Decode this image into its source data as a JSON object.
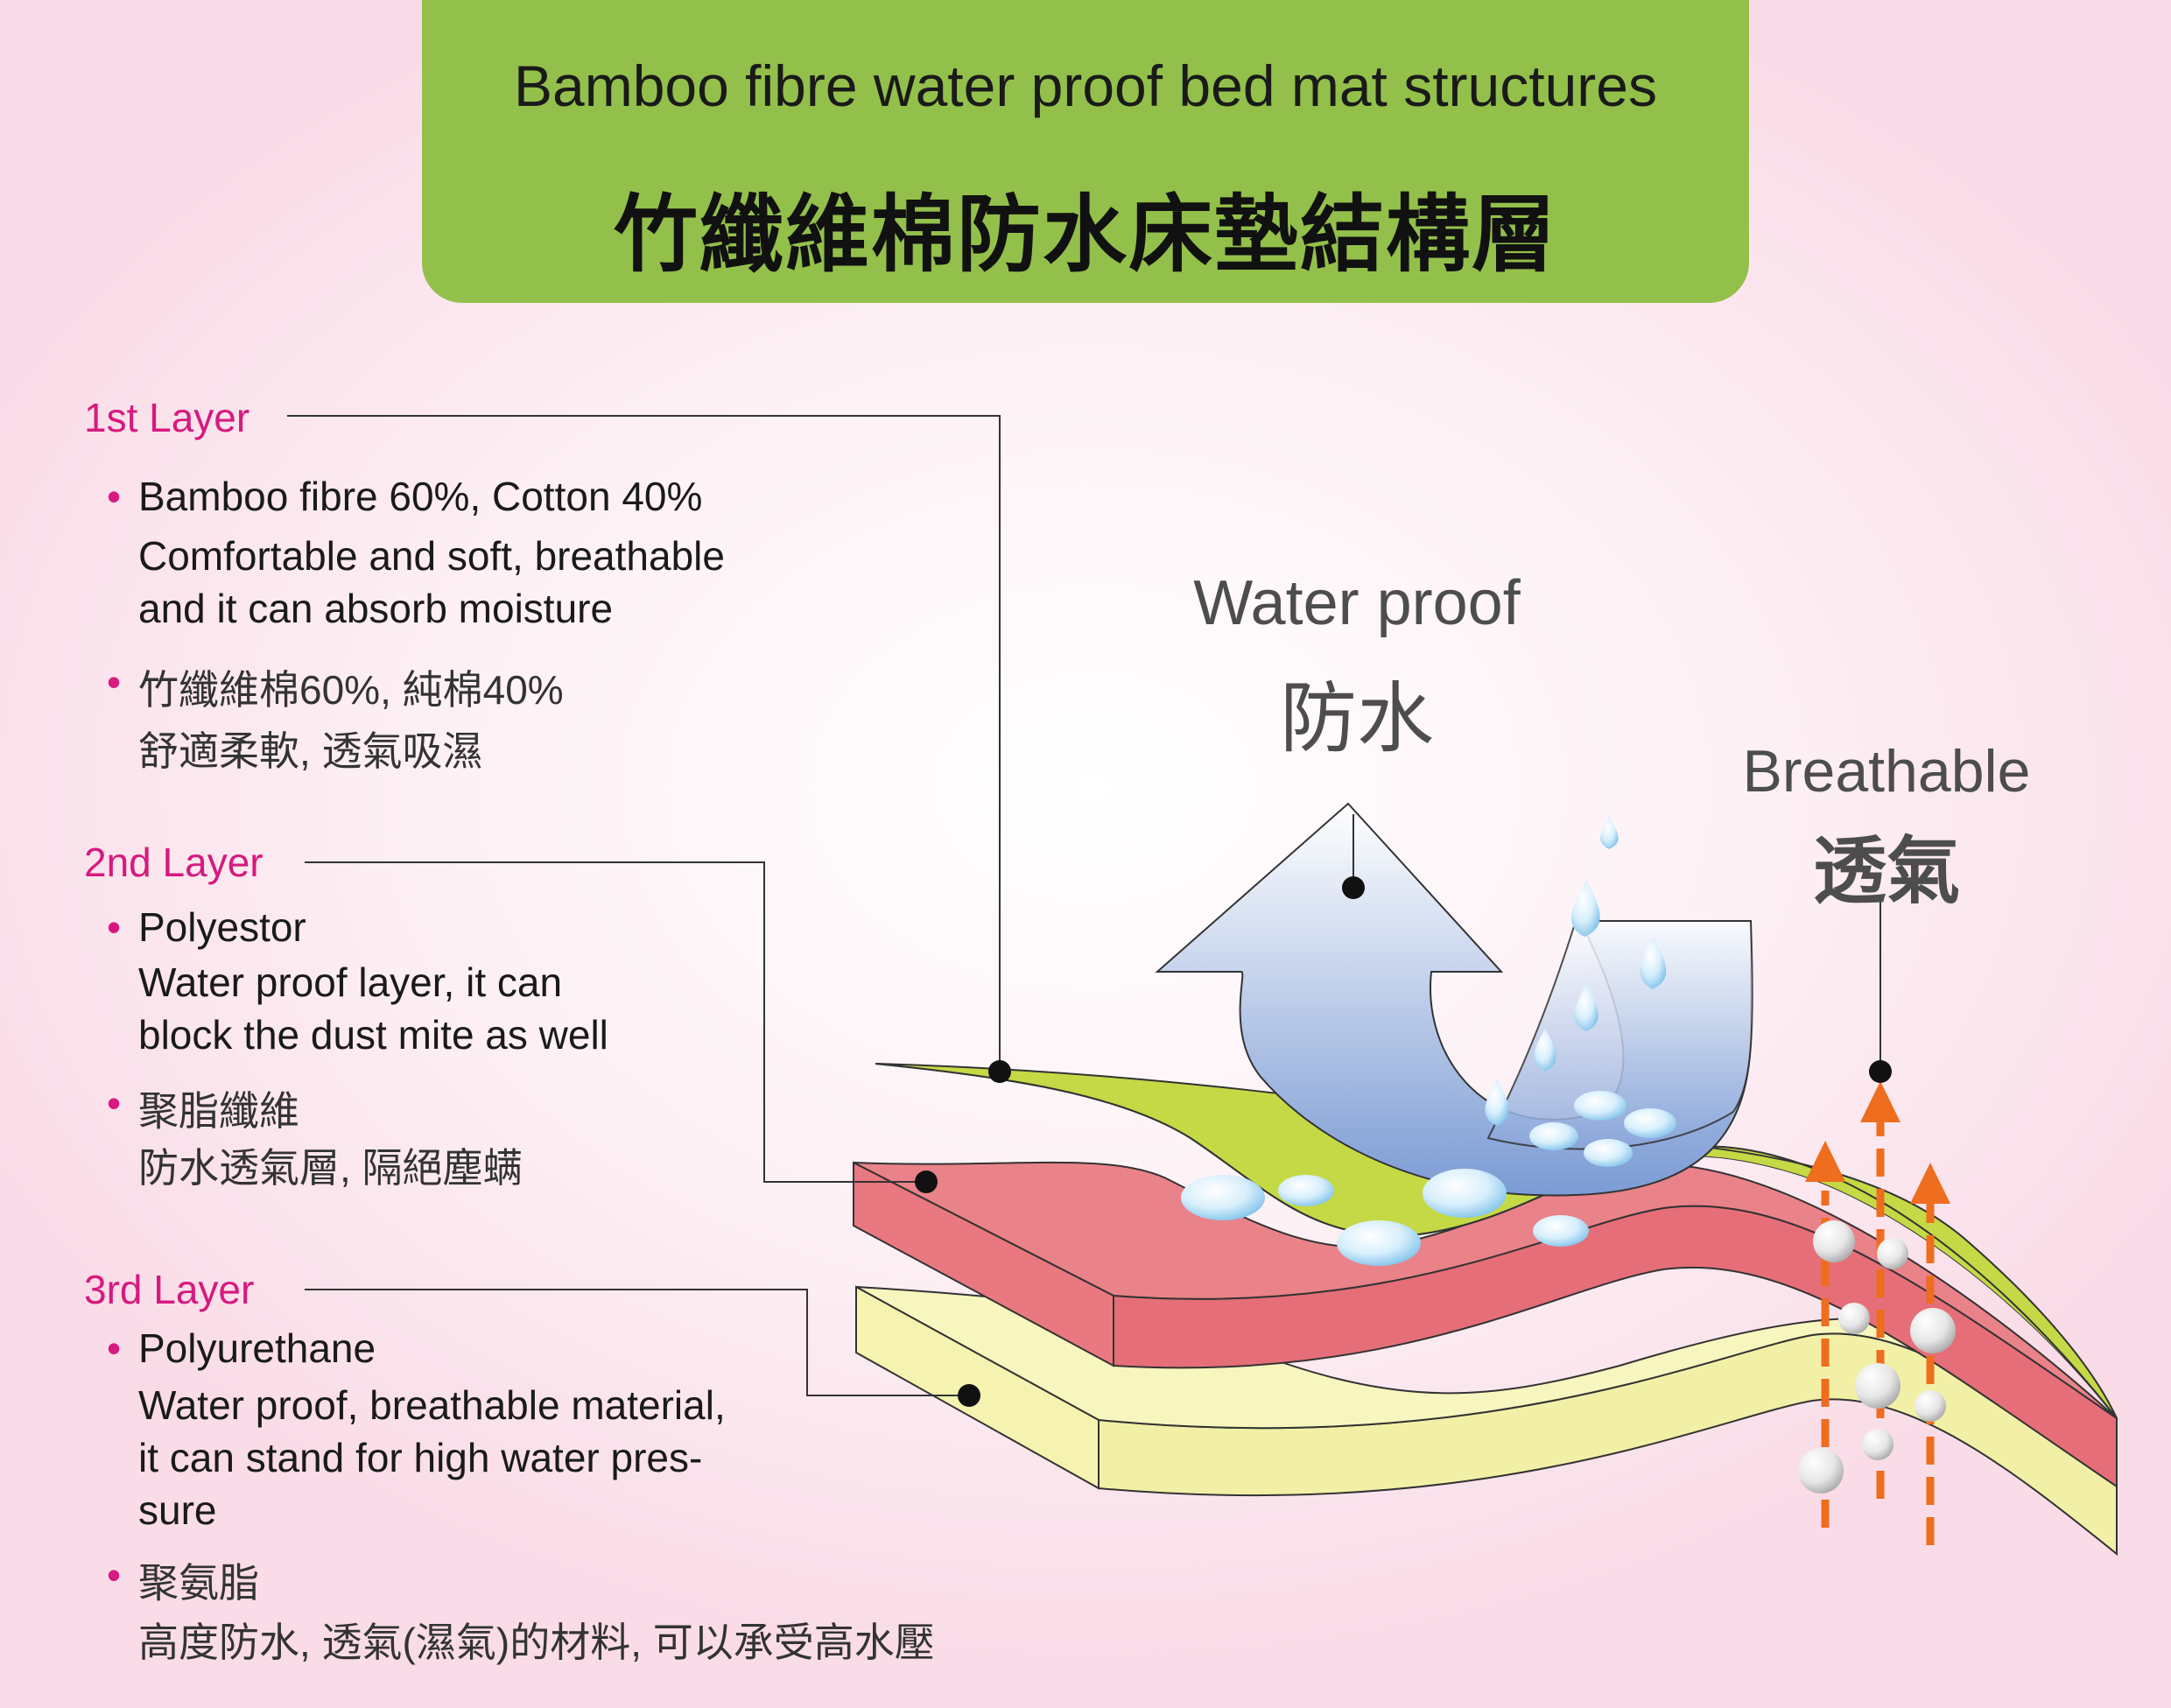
{
  "header": {
    "title_en": "Bamboo fibre water proof bed mat structures",
    "title_zh": "竹纖維棉防水床墊結構層"
  },
  "layers": [
    {
      "title": "1st Layer",
      "en_lines": [
        "Bamboo fibre 60%, Cotton 40%",
        "Comfortable and soft, breathable",
        "and it can absorb moisture"
      ],
      "zh_lines": [
        "竹纖維棉60%, 純棉40%",
        "舒適柔軟, 透氣吸濕"
      ]
    },
    {
      "title": "2nd Layer",
      "en_lines": [
        "Polyestor",
        "Water proof layer, it can",
        "block the dust mite as well"
      ],
      "zh_lines": [
        "聚脂纖維",
        "防水透氣層, 隔絕塵螨"
      ]
    },
    {
      "title": "3rd Layer",
      "en_lines": [
        "Polyurethane",
        "Water proof, breathable material,",
        "it can stand for high water pres-",
        "sure"
      ],
      "zh_lines": [
        "聚氨脂",
        "高度防水, 透氣(濕氣)的材料, 可以承受高水壓"
      ]
    }
  ],
  "labels": {
    "waterproof_en": "Water proof",
    "waterproof_zh": "防水",
    "breathable_en": "Breathable",
    "breathable_zh": "透氣"
  },
  "colors": {
    "header_green": "#93c04a",
    "layer1_green": "#c4d945",
    "layer2_pink": "#e97880",
    "layer3_yellow": "#f7f5b8",
    "accent_magenta": "#d61a7f",
    "arrow_orange": "#ee6d1e"
  }
}
